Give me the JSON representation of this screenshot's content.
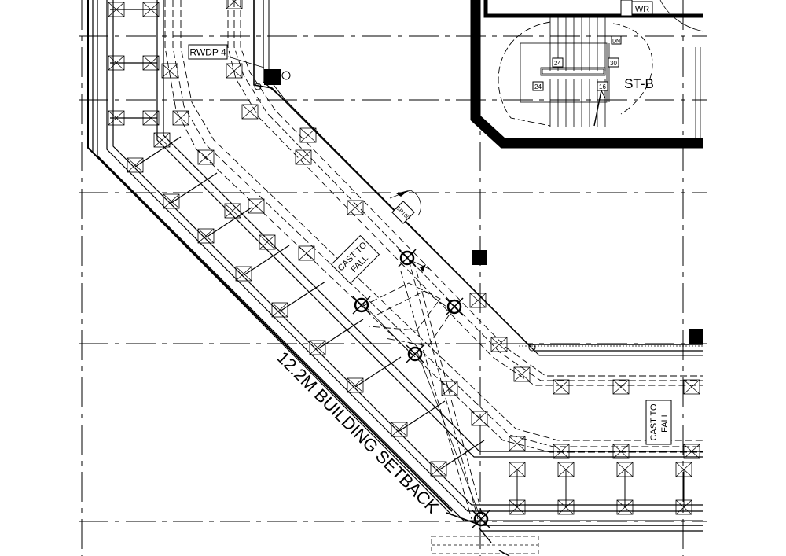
{
  "drawing": {
    "setback_label": "12.2M BUILDING SETBACK",
    "rwdp_label": "RWDP 4",
    "stair_label": "ST-B",
    "wr_label": "WR",
    "dn_label": "DN",
    "fall_line1": "CAST TO",
    "fall_line2": "FALL",
    "fall2_line1": "CAST TO",
    "fall2_line2": "FALL",
    "riser_tags": [
      "24",
      "30",
      "24",
      "16"
    ],
    "gp_tag": "GP100"
  },
  "colors": {
    "ink": "#000000",
    "paper": "#ffffff"
  }
}
